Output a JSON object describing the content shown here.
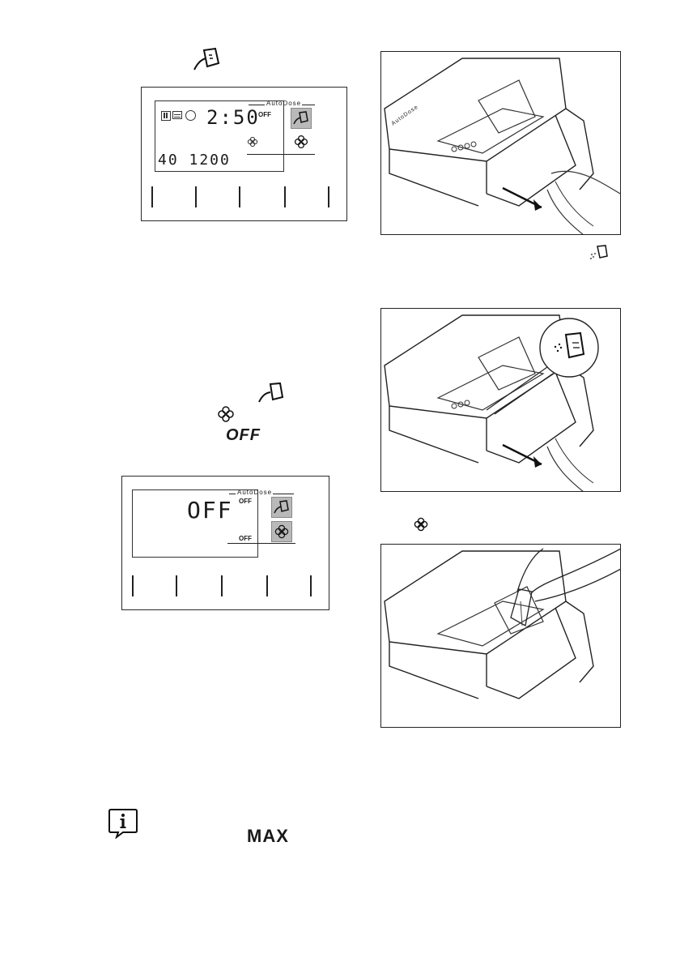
{
  "icons": {
    "detergent": "detergent-pour-icon",
    "softener": "flower-softener-icon",
    "info": "info-icon"
  },
  "display1": {
    "autodose_label": "AutoDose",
    "time": "2:50",
    "off_label": "OFF",
    "temp_spin": "40 1200"
  },
  "display2": {
    "autodose_label": "AutoDose",
    "main_value": "OFF",
    "off_label_top": "OFF",
    "off_label_bottom": "OFF"
  },
  "figures": {
    "drawer_label": "AutoDose"
  },
  "inline": {
    "off_text": "OFF",
    "max_text": "MAX"
  },
  "colors": {
    "button_fill": "#b9b9b9",
    "line": "#222222"
  }
}
